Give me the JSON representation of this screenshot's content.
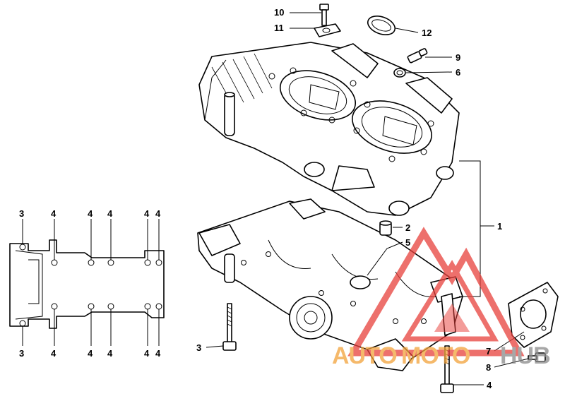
{
  "callouts": {
    "c1": "1",
    "c2": "2",
    "c3": "3",
    "c4": "4",
    "c5": "5",
    "c6": "6",
    "c7": "7",
    "c8": "8",
    "c9": "9",
    "c10": "10",
    "c11": "11",
    "c12": "12"
  },
  "inset_labels": {
    "top": [
      "3",
      "4",
      "4",
      "4",
      "4",
      "4"
    ],
    "bottom": [
      "3",
      "4",
      "4",
      "4",
      "4",
      "4"
    ]
  },
  "watermark": {
    "word_auto": "AUTO",
    "word_moto": "MOTO",
    "word_hub": "HUB",
    "colors": {
      "red": "#e8413c",
      "orange": "#f2a23a",
      "gray": "#8a8a8a"
    }
  }
}
